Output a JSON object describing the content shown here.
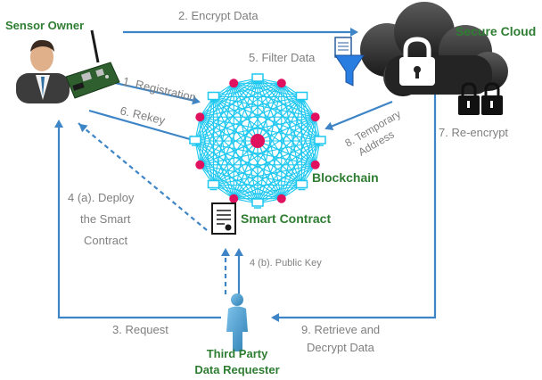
{
  "entities": {
    "sensor_owner": "Sensor Owner",
    "secure_cloud": "Secure Cloud",
    "blockchain": "Blockchain",
    "smart_contract": "Smart Contract",
    "third_party_line1": "Third Party",
    "third_party_line2": "Data Requester"
  },
  "steps": {
    "s1": "1. Registration",
    "s2": "2. Encrypt Data",
    "s3": "3. Request",
    "s4a_line1": "4 (a). Deploy",
    "s4a_line2": "the Smart",
    "s4a_line3": "Contract",
    "s4b": "4 (b). Public Key",
    "s5": "5. Filter Data",
    "s6": "6. Rekey",
    "s7": "7. Re-encrypt",
    "s8_line1": "8. Temporary",
    "s8_line2": "Address",
    "s9_line1": "9. Retrieve  and",
    "s9_line2": "Decrypt Data"
  },
  "colors": {
    "arrow": "#3d85c6",
    "label_green": "#2e7d32",
    "label_gray": "#7f7f7f",
    "network_line": "#1ec8f0",
    "node_pink": "#e0115f",
    "cloud_dark": "#2b2b2b"
  },
  "icons": {
    "person": "person-icon",
    "sensor_board": "sensor-board-icon",
    "cloud": "cloud-icon",
    "lock": "lock-icon",
    "funnel": "filter-funnel-icon",
    "contract": "contract-document-icon",
    "requester": "requester-person-icon"
  }
}
